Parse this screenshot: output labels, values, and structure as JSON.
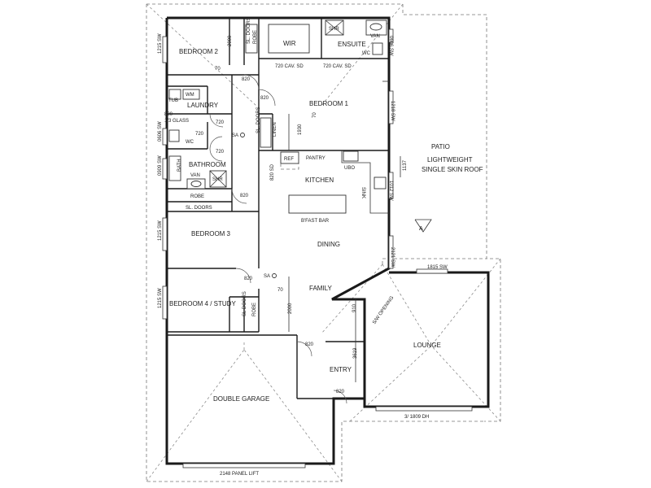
{
  "rooms": {
    "bedroom2": "BEDROOM 2",
    "wir": "WIR",
    "ensuite": "ENSUITE",
    "bedroom1": "BEDROOM 1",
    "laundry": "LAUNDRY",
    "bathroom": "BATHROOM",
    "kitchen": "KITCHEN",
    "bedroom3": "BEDROOM 3",
    "dining": "DINING",
    "family": "FAMILY",
    "bedroom4": "BEDROOM 4 / STUDY",
    "lounge": "LOUNGE",
    "entry": "ENTRY",
    "garage": "DOUBLE GARAGE",
    "patio": "PATIO",
    "patio_roof1": "LIGHTWEIGHT",
    "patio_roof2": "SINGLE SKIN ROOF"
  },
  "fixtures": {
    "shr": "SHR",
    "van": "VAN",
    "wc": "WC",
    "tub": "TUB",
    "wm": "WM",
    "bath": "BATH",
    "robe": "ROBE",
    "linen": "LINEN",
    "ref": "REF",
    "pantry": "PANTRY",
    "ubo": "UBO",
    "sink": "SINK",
    "bfast_bar": "B'FAST BAR",
    "sa": "SA",
    "sl_doors": "SL. DOORS",
    "sl_doors_b": "SL DOORS",
    "sd_820": "820 SD",
    "glass": "820\n1/3 GLASS"
  },
  "dimensions": {
    "w1215_bed2": "1215 SW",
    "w0606_ensuite": "0606 SW",
    "w2000_bed2": "2000",
    "w70_a": "70",
    "w720cav_1": "720 CAV. SD",
    "w720cav_2": "720 CAV. SD",
    "d820_hall": "820",
    "d820_bed1": "820",
    "w1930": "1930",
    "w70_b": "70",
    "w1218": "1218 SW",
    "d820_glass_a": "820",
    "d820_glass_b": "1/3 GLASS",
    "d720_a": "720",
    "d720_b": "720",
    "d720_c": "720",
    "w0606_wc": "0606 SW",
    "w0909": "0909 SW",
    "d820_bath": "820",
    "w1137": "1137",
    "w1012": "1012 SW",
    "w1215_bed3": "1215 SW",
    "w2121": "2121 SW",
    "w1815": "1815 SW",
    "d820_b4": "820",
    "w70_c": "70",
    "w2000_b4": "2000",
    "w1215_bed4": "1215 SW",
    "w910": "910",
    "sw_opening": "S/W OPENING",
    "d820_entry_top": "820",
    "w3619": "3619",
    "d820_entry": "820",
    "w1809": "3/ 1809 DH",
    "panel_lift": "2148 PANEL LIFT",
    "north": "A"
  }
}
